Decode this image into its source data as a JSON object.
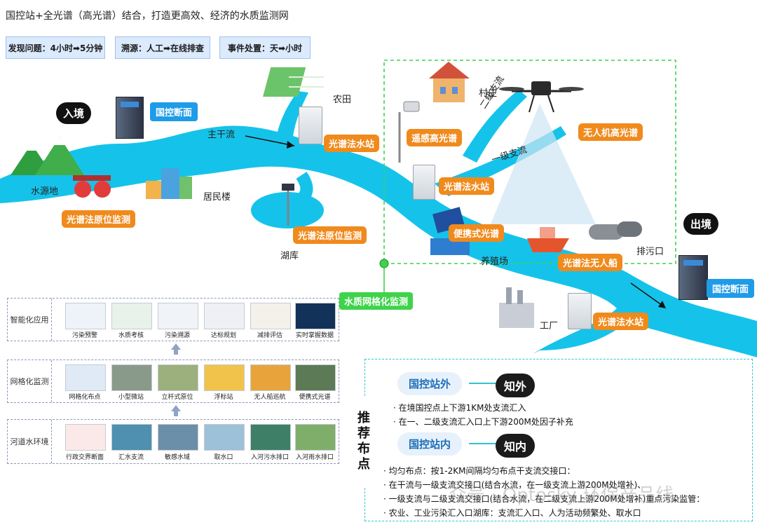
{
  "header": {
    "title": "国控站+全光谱（高光谱）结合，打造更高效、经济的水质监测网",
    "badges": [
      "发现问题：4小时➡5分钟",
      "溯源：人工➡在线排查",
      "事件处置：天➡小时"
    ]
  },
  "map": {
    "entry_bubble": "入境",
    "exit_bubble": "出境",
    "guokong_in": "国控断面",
    "guokong_out": "国控断面",
    "main_stream": "主干流",
    "farmland": "农田",
    "village": "村庄",
    "water_source": "水源地",
    "residential": "居民楼",
    "reservoir": "湖库",
    "aquaculture": "养殖场",
    "outfall": "排污口",
    "factory": "工厂",
    "branch2": "二级支流",
    "branch1": "一级支流",
    "station_farm": "光谱法水站",
    "station_mid": "光谱法水站",
    "station_factory": "光谱法水站",
    "insitu_source": "光谱法原位监测",
    "insitu_reservoir": "光谱法原位监测",
    "remote": "遥感高光谱",
    "drone": "无人机高光谱",
    "portable": "便携式光谱",
    "boat": "光谱法无人船",
    "grid_monitor": "水质网格化监测"
  },
  "layers": [
    {
      "title": "智能化应用",
      "items": [
        "污染预警",
        "水质考核",
        "污染溯源",
        "达标规划",
        "减排评估",
        "实时掌握数据"
      ]
    },
    {
      "title": "网格化监测",
      "items": [
        "网格化布点",
        "小型微站",
        "立杆式原位",
        "浮标站",
        "无人船巡航",
        "便携式光谱"
      ]
    },
    {
      "title": "河道水环境",
      "items": [
        "行政交界断面",
        "汇水支流",
        "敏感水域",
        "取水口",
        "入河污水排口",
        "入河雨水排口"
      ]
    }
  ],
  "recommend": {
    "side_title": "推荐布点",
    "outside_pill": "国控站外",
    "outside_tag": "知外",
    "outside_lines": [
      "· 在境国控点上下游1KM处支流汇入",
      "· 在一、二级支流汇入口上下游200M处因子补充"
    ],
    "inside_pill": "国控站内",
    "inside_tag": "知内",
    "inside_lines": [
      "· 均匀布点：按1-2KM间隔均匀布点干支流交接口：",
      "· 在干流与一级支流交接口(结合水流，在一级支流上游200M处增补)、",
      "· 一级支流与二级支流交接口(结合水流，在二级支流上游200M处增补)重点污染监管：",
      "· 农业、工业污染汇入口湖库：支流汇入口、人为活动频繁处、取水口"
    ]
  },
  "watermark": "众号 · Optosky 环保产品线",
  "colors": {
    "river": "#15c3ea",
    "orange": "#f08a1c",
    "blue_label": "#1f9be8",
    "grid_box": "#3fd34b",
    "rec_border": "#2fc5d6"
  }
}
